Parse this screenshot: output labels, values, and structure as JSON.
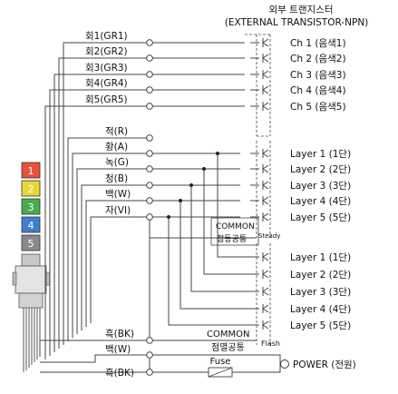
{
  "header": {
    "line1": "외부 트랜지스터",
    "line2": "(EXTERNAL TRANSISTOR-NPN)"
  },
  "tower": {
    "segments": [
      {
        "label": "1",
        "color": "#e8503c"
      },
      {
        "label": "2",
        "color": "#e6d83a"
      },
      {
        "label": "3",
        "color": "#4bab4f"
      },
      {
        "label": "4",
        "color": "#3f7fd0"
      },
      {
        "label": "5",
        "color": "#8a8a8a"
      }
    ]
  },
  "gray_wires": [
    "회1(GR1)",
    "회2(GR2)",
    "회3(GR3)",
    "회4(GR4)",
    "회5(GR5)"
  ],
  "channels": [
    "Ch 1 (음색1)",
    "Ch 2 (음색2)",
    "Ch 3 (음색3)",
    "Ch 4 (음색4)",
    "Ch 5 (음색5)"
  ],
  "color_wires": [
    "적(R)",
    "황(A)",
    "녹(G)",
    "청(B)",
    "백(W)",
    "자(VI)"
  ],
  "layers_steady": [
    "Layer 1 (1단)",
    "Layer 2 (2단)",
    "Layer 3 (3단)",
    "Layer 4 (4단)",
    "Layer 5 (5단)"
  ],
  "layers_flash": [
    "Layer 1 (1단)",
    "Layer 2 (2단)",
    "Layer 3 (3단)",
    "Layer 4 (4단)",
    "Layer 5 (5단)"
  ],
  "steady_box": {
    "common": "COMMON",
    "sub": "점등공통",
    "tag": "Steady"
  },
  "flash_box": {
    "common": "COMMON",
    "sub": "점멸공통",
    "tag": "Flash"
  },
  "bottom_wires": [
    "흑(BK)",
    "백(W)",
    "흑(BK)"
  ],
  "fuse_label": "Fuse",
  "power_label": "POWER (전원)"
}
